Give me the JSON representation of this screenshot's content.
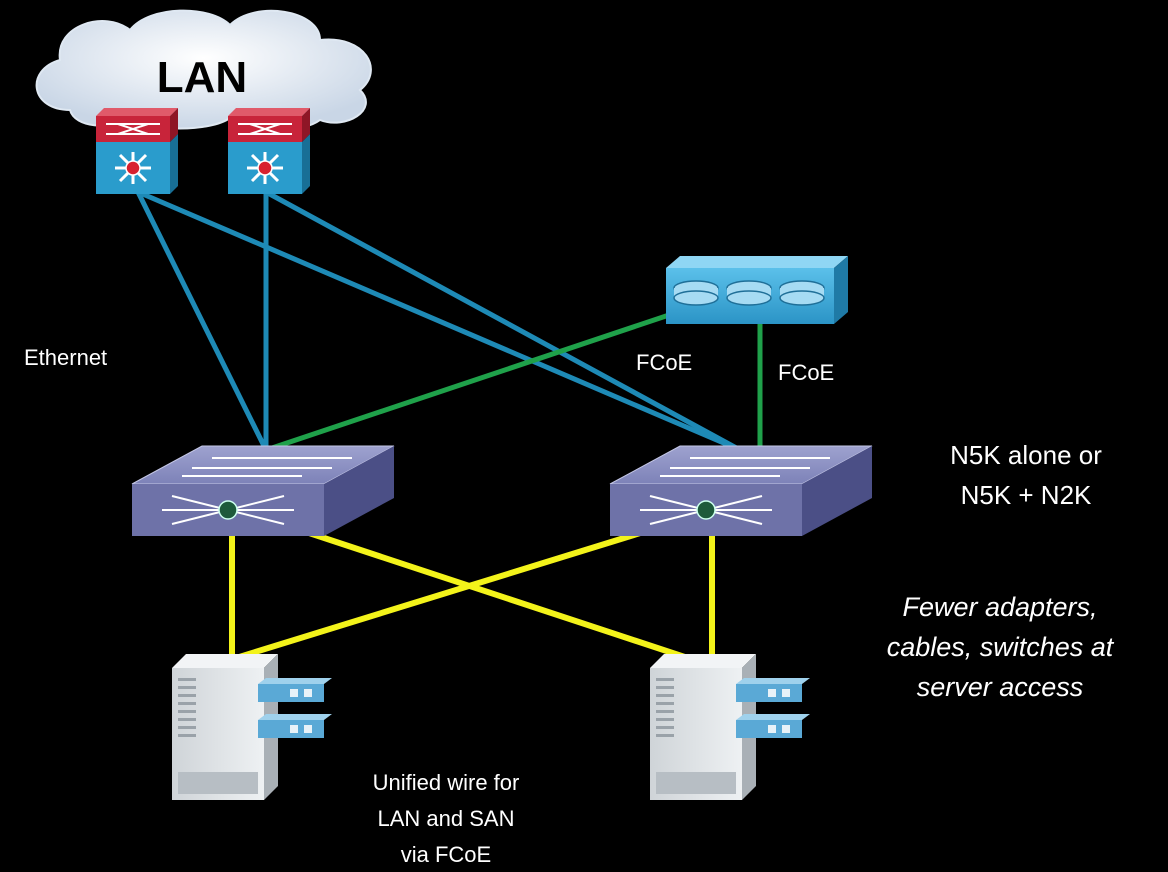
{
  "cloud": {
    "label": "LAN"
  },
  "links": {
    "ethernet_label": "Ethernet",
    "fcoe_label_left": "FCoE",
    "fcoe_label_right": "FCoE"
  },
  "access_switch": {
    "label_line1": "N5K alone or",
    "label_line2": "N5K + N2K"
  },
  "note": {
    "line1": "Fewer adapters,",
    "line2": "cables, switches at",
    "line3": "server access"
  },
  "unified_wire": {
    "line1": "Unified wire for",
    "line2": "LAN and SAN",
    "line3": "via FCoE"
  },
  "colors": {
    "background": "#000000",
    "ethernet": "#1e8ab6",
    "fcoe": "#1fa14a",
    "unified": "#f3f31a",
    "switch_red": "#c8243a",
    "switch_blue": "#2a9ccc",
    "nexus": "#6e72a8",
    "storage": "#3aa8d8"
  }
}
